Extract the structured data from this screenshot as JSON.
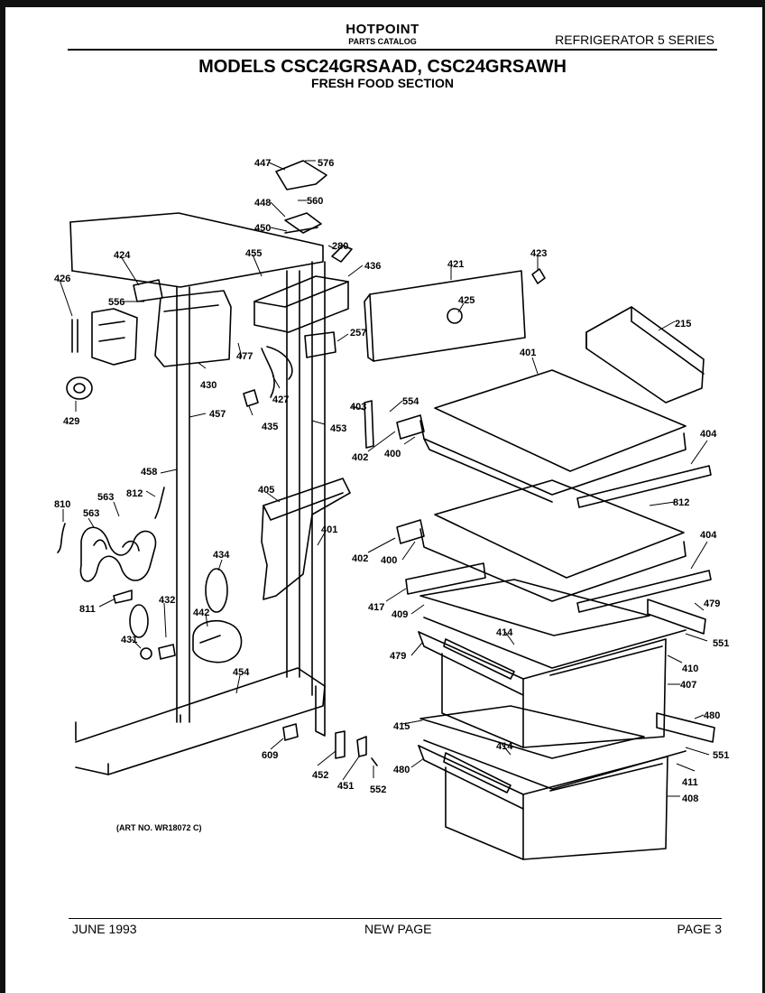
{
  "header": {
    "brand": "HOTPOINT",
    "catalog": "PARTS CATALOG",
    "series": "REFRIGERATOR 5 SERIES",
    "models": "MODELS CSC24GRSAAD, CSC24GRSAWH",
    "section": "FRESH FOOD SECTION"
  },
  "art_number": "(ART NO. WR18072 C)",
  "footer": {
    "date": "JUNE 1993",
    "note": "NEW PAGE",
    "page": "PAGE 3"
  },
  "callouts": [
    "447",
    "576",
    "448",
    "560",
    "450",
    "280",
    "455",
    "436",
    "421",
    "423",
    "424",
    "426",
    "556",
    "425",
    "257",
    "215",
    "401",
    "477",
    "430",
    "427",
    "403",
    "554",
    "435",
    "429",
    "457",
    "453",
    "402",
    "400",
    "404",
    "458",
    "812",
    "563",
    "405",
    "401",
    "812",
    "810",
    "563",
    "402",
    "400",
    "404",
    "434",
    "417",
    "479",
    "409",
    "414",
    "551",
    "442",
    "432",
    "811",
    "431",
    "410",
    "479",
    "407",
    "454",
    "480",
    "415",
    "414",
    "551",
    "609",
    "452",
    "451",
    "552",
    "480",
    "411",
    "408"
  ]
}
